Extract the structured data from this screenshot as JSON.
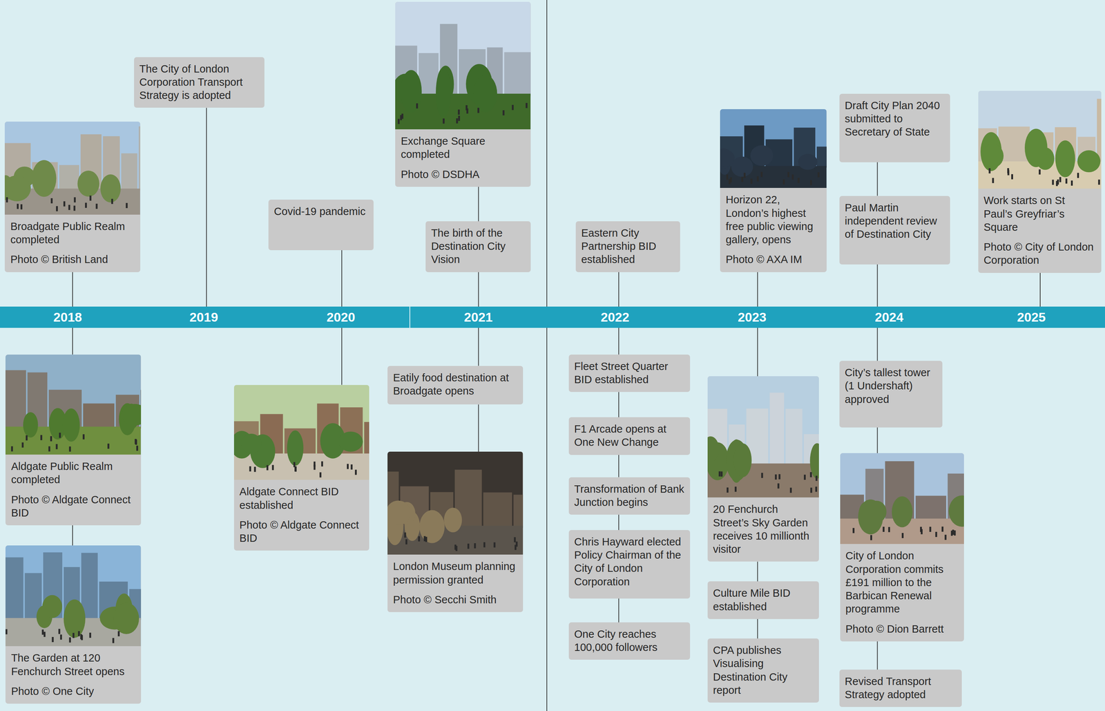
{
  "diagram": {
    "nodes": [
      {
        "text": [
          "Broadgate Public Realm completed",
          "Photo © British Land"
        ]
      },
      {
        "text": [
          "2018"
        ]
      },
      {
        "text": [
          "Aldgate Public Realm completed",
          "Photo © Aldgate Connect BID"
        ]
      },
      {
        "text": [
          "The Garden at 120 Fenchurch Street opens",
          "Photo © One City"
        ]
      },
      {
        "text": [
          "The City of London Corporation Transport Strategy is adopted"
        ]
      },
      {
        "text": [
          "2019"
        ]
      },
      {
        "text": [
          "Covid-19 pandemic"
        ]
      },
      {
        "text": [
          "2020"
        ]
      },
      {
        "text": [
          "Aldgate Connect BID established",
          "Photo © Aldgate Connect BID"
        ]
      },
      {
        "text": [
          "Exchange Square completed",
          "Photo © DSDHA"
        ]
      },
      {
        "text": [
          "The birth of the Destination City Vision"
        ]
      },
      {
        "text": [
          "2021"
        ]
      },
      {
        "text": [
          "Eatily food destination at Broadgate opens"
        ]
      },
      {
        "text": [
          "London Museum planning permission granted",
          "Photo © Secchi Smith"
        ]
      },
      {
        "text": [
          "Eastern City Partnership BID established"
        ]
      },
      {
        "text": [
          "2022"
        ]
      },
      {
        "text": [
          "Fleet Street Quarter BID established"
        ]
      },
      {
        "text": [
          "F1 Arcade opens at One New Change"
        ]
      },
      {
        "text": [
          "Transformation of Bank Junction begins"
        ]
      },
      {
        "text": [
          "Chris Hayward elected Policy Chairman of the City of London Corporation"
        ]
      },
      {
        "text": [
          "One City reaches 100,000 followers"
        ]
      },
      {
        "text": [
          "Horizon 22, London’s highest free public viewing gallery, opens",
          "Photo © AXA IM"
        ]
      },
      {
        "text": [
          "2023"
        ]
      },
      {
        "text": [
          "20 Fenchurch Street’s Sky Garden receives 10 millionth visitor"
        ]
      },
      {
        "text": [
          "Culture Mile BID established"
        ]
      },
      {
        "text": [
          "CPA publishes Visualising Destination City report"
        ]
      },
      {
        "text": [
          "Draft City Plan 2040 submitted to Secretary of State"
        ]
      },
      {
        "text": [
          "Paul Martin independent review of Destination City"
        ]
      },
      {
        "text": [
          "2024"
        ]
      },
      {
        "text": [
          "City’s tallest tower (1 Undershaft) approved"
        ]
      },
      {
        "text": [
          "City of London Corporation commits £191 million to the Barbican Renewal programme",
          "Photo © Dion Barrett"
        ]
      },
      {
        "text": [
          "Revised Transport Strategy adopted"
        ]
      },
      {
        "text": [
          "Work starts on St Paul’s Greyfriar’s Square",
          "Photo © City of London Corporation"
        ]
      },
      {
        "text": [
          "2025"
        ]
      }
    ],
    "edges": [
      {
        "from": 0,
        "to": 1,
        "arrow": "none"
      },
      {
        "from": 1,
        "to": 2,
        "arrow": "none"
      },
      {
        "from": 2,
        "to": 3,
        "arrow": "none"
      },
      {
        "from": 4,
        "to": 5,
        "arrow": "none"
      },
      {
        "from": 6,
        "to": 7,
        "arrow": "none"
      },
      {
        "from": 7,
        "to": 8,
        "arrow": "none"
      },
      {
        "from": 9,
        "to": 10,
        "arrow": "none"
      },
      {
        "from": 10,
        "to": 11,
        "arrow": "none"
      },
      {
        "from": 11,
        "to": 12,
        "arrow": "none"
      },
      {
        "from": 12,
        "to": 13,
        "arrow": "none"
      },
      {
        "from": 14,
        "to": 15,
        "arrow": "none"
      },
      {
        "from": 15,
        "to": 16,
        "arrow": "none"
      },
      {
        "from": 16,
        "to": 17,
        "arrow": "none"
      },
      {
        "from": 17,
        "to": 18,
        "arrow": "none"
      },
      {
        "from": 18,
        "to": 19,
        "arrow": "none"
      },
      {
        "from": 19,
        "to": 20,
        "arrow": "none"
      },
      {
        "from": 21,
        "to": 22,
        "arrow": "none"
      },
      {
        "from": 22,
        "to": 23,
        "arrow": "none"
      },
      {
        "from": 23,
        "to": 24,
        "arrow": "none"
      },
      {
        "from": 24,
        "to": 25,
        "arrow": "none"
      },
      {
        "from": 26,
        "to": 27,
        "arrow": "none"
      },
      {
        "from": 27,
        "to": 28,
        "arrow": "none"
      },
      {
        "from": 28,
        "to": 29,
        "arrow": "none"
      },
      {
        "from": 29,
        "to": 30,
        "arrow": "none"
      },
      {
        "from": 30,
        "to": 31,
        "arrow": "none"
      },
      {
        "from": 32,
        "to": 33,
        "arrow": "none"
      }
    ]
  }
}
